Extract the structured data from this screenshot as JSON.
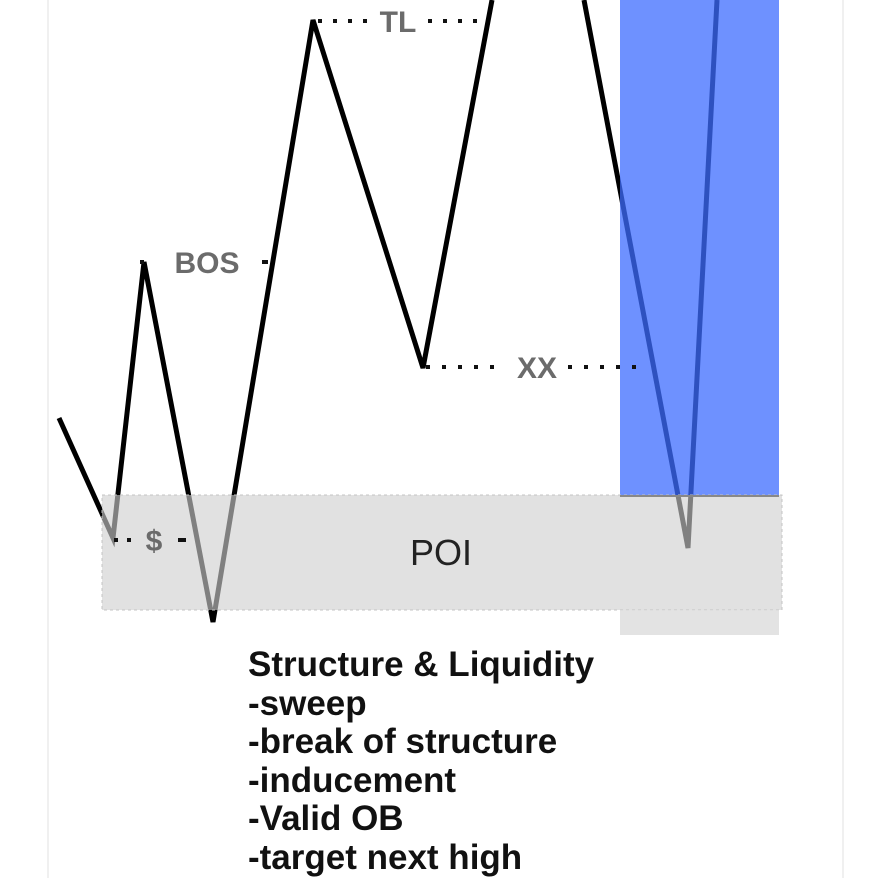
{
  "diagram": {
    "labels": {
      "tl": "TL",
      "bos": "BOS",
      "xx": "XX",
      "liquidity": "$",
      "poi": "POI"
    },
    "colors": {
      "background": "#ffffff",
      "price_line": "#000000",
      "level_dots": "#111111",
      "label_text": "#6b6b6b",
      "poi_zone": "#d2d2d2",
      "order_block": "#3d6cff"
    }
  },
  "notes": {
    "title": "Structure & Liquidity",
    "items": [
      "-sweep",
      "-break of structure",
      "-inducement",
      "-Valid OB",
      "-target next high"
    ]
  }
}
